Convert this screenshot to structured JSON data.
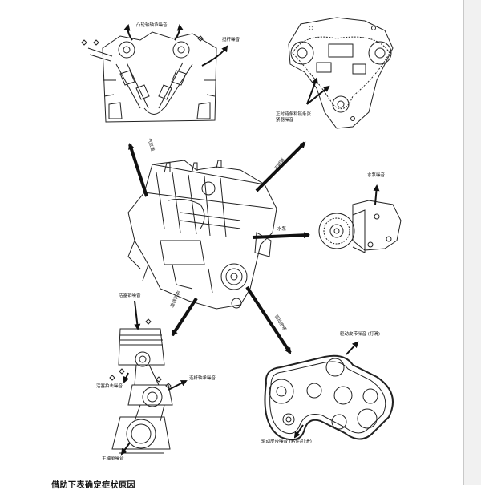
{
  "labels": {
    "camshaft_bearing_noise": "凸轮轴轴承噪音",
    "valve_noise": "挺杆噪音",
    "cylinder_head": "气缸盖",
    "timing_chain": "正时链",
    "timing_chain_tensioner_noise": "正时链条和链条张紧器噪音",
    "water_pump_noise": "水泵噪音",
    "water_pump": "水泵",
    "piston_pin_noise": "活塞销噪音",
    "rotating_mechanism": "旋转机构",
    "piston_slap_noise": "活塞拍击噪音",
    "connecting_rod_bearing_noise": "连杆轴承噪音",
    "main_bearing_noise": "主轴承噪音",
    "drive_belt": "驱动皮带",
    "drive_belt_noise_stick_slip": "驱动皮带噪音 (打滑)",
    "drive_belt_noise_squeak": "驱动皮带噪音 (粘住/打滑)"
  },
  "bottom_title": "借助下表确定症状原因"
}
